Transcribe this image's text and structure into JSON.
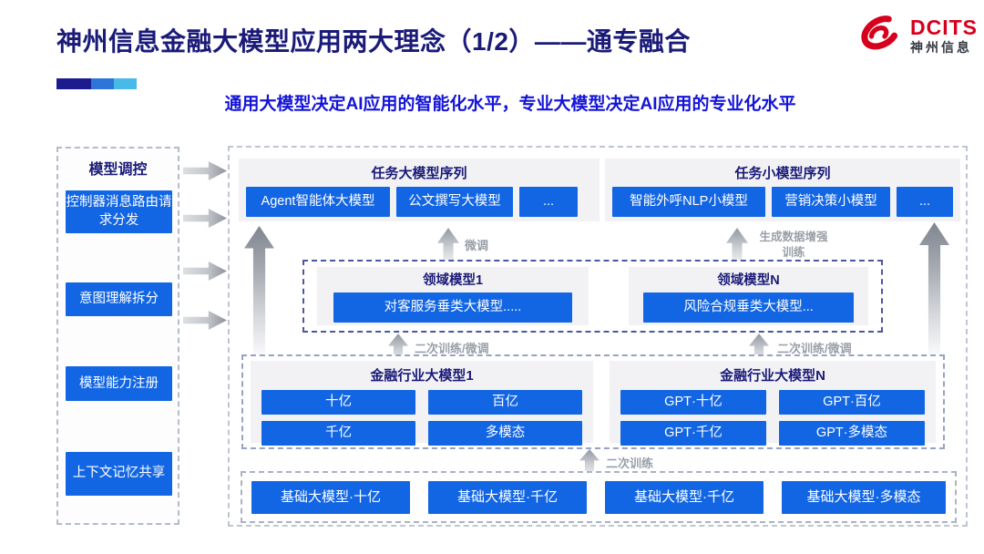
{
  "colors": {
    "accent_blue": "#1266E3",
    "title_navy": "#1A1A78",
    "subtitle_blue": "#1414D8",
    "logo_red": "#D6001C",
    "arrow_label_gray": "#99A0A8"
  },
  "header": {
    "title": "神州信息金融大模型应用两大理念（1/2）——通专融合",
    "subtitle": "通用大模型决定AI应用的智能化水平，专业大模型决定AI应用的专业化水平",
    "logo": {
      "brand": "DCITS",
      "brand_cn": "神州信息",
      "icon": "dcits-swirl-icon"
    }
  },
  "sidebar": {
    "title": "模型调控",
    "items": [
      {
        "label": "控制器消息路由请求分发"
      },
      {
        "label": "意图理解拆分"
      },
      {
        "label": "模型能力注册"
      },
      {
        "label": "上下文记忆共享"
      }
    ]
  },
  "diagram": {
    "task_large_group": {
      "title": "任务大模型序列",
      "items": [
        "Agent智能体大模型",
        "公文撰写大模型",
        "..."
      ]
    },
    "task_small_group": {
      "title": "任务小模型序列",
      "items": [
        "智能外呼NLP小模型",
        "营销决策小模型",
        "..."
      ]
    },
    "labels": {
      "fine_tune": "微调",
      "gen_data_augment": "生成数据增强训练",
      "second_train_ft_left": "二次训练/微调",
      "second_train_ft_right": "二次训练/微调",
      "second_train": "二次训练"
    },
    "domain_group_1": {
      "title": "领域模型1",
      "item": "对客服务垂类大模型....."
    },
    "domain_group_n": {
      "title": "领域模型N",
      "item": "风险合规垂类大模型..."
    },
    "industry_group_1": {
      "title": "金融行业大模型1",
      "items": [
        "十亿",
        "百亿",
        "千亿",
        "多模态"
      ]
    },
    "industry_group_n": {
      "title": "金融行业大模型N",
      "items": [
        "GPT·十亿",
        "GPT·百亿",
        "GPT·千亿",
        "GPT·多模态"
      ]
    },
    "foundation_group": {
      "items": [
        "基础大模型·十亿",
        "基础大模型·千亿",
        "基础大模型·千亿",
        "基础大模型·多模态"
      ]
    }
  }
}
